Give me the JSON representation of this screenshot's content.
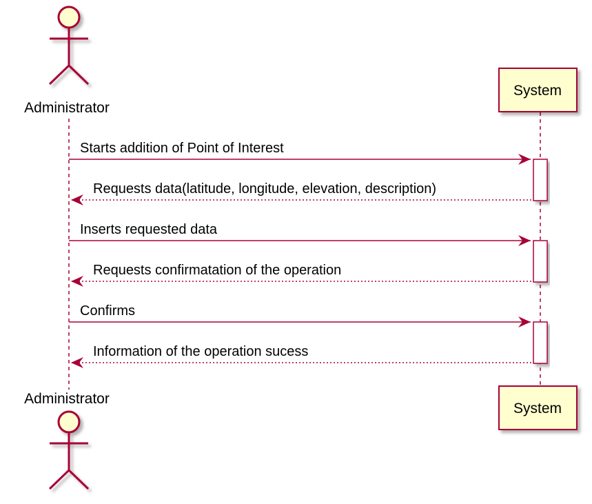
{
  "participants": {
    "actor": {
      "name": "Administrator"
    },
    "system": {
      "name": "System"
    }
  },
  "messages": [
    {
      "text": "Starts addition of Point of Interest",
      "direction": "to-system",
      "style": "solid"
    },
    {
      "text": "Requests data(latitude, longitude, elevation, description)",
      "direction": "to-actor",
      "style": "dashed"
    },
    {
      "text": "Inserts requested data",
      "direction": "to-system",
      "style": "solid"
    },
    {
      "text": "Requests confirmatation of the operation",
      "direction": "to-actor",
      "style": "dashed"
    },
    {
      "text": "Confirms",
      "direction": "to-system",
      "style": "solid"
    },
    {
      "text": "Information of the operation sucess",
      "direction": "to-actor",
      "style": "dashed"
    }
  ],
  "colors": {
    "line": "#A80036",
    "box_fill": "#FEFECE",
    "box_border": "#A80036",
    "activation_fill": "#FFFFFF"
  }
}
